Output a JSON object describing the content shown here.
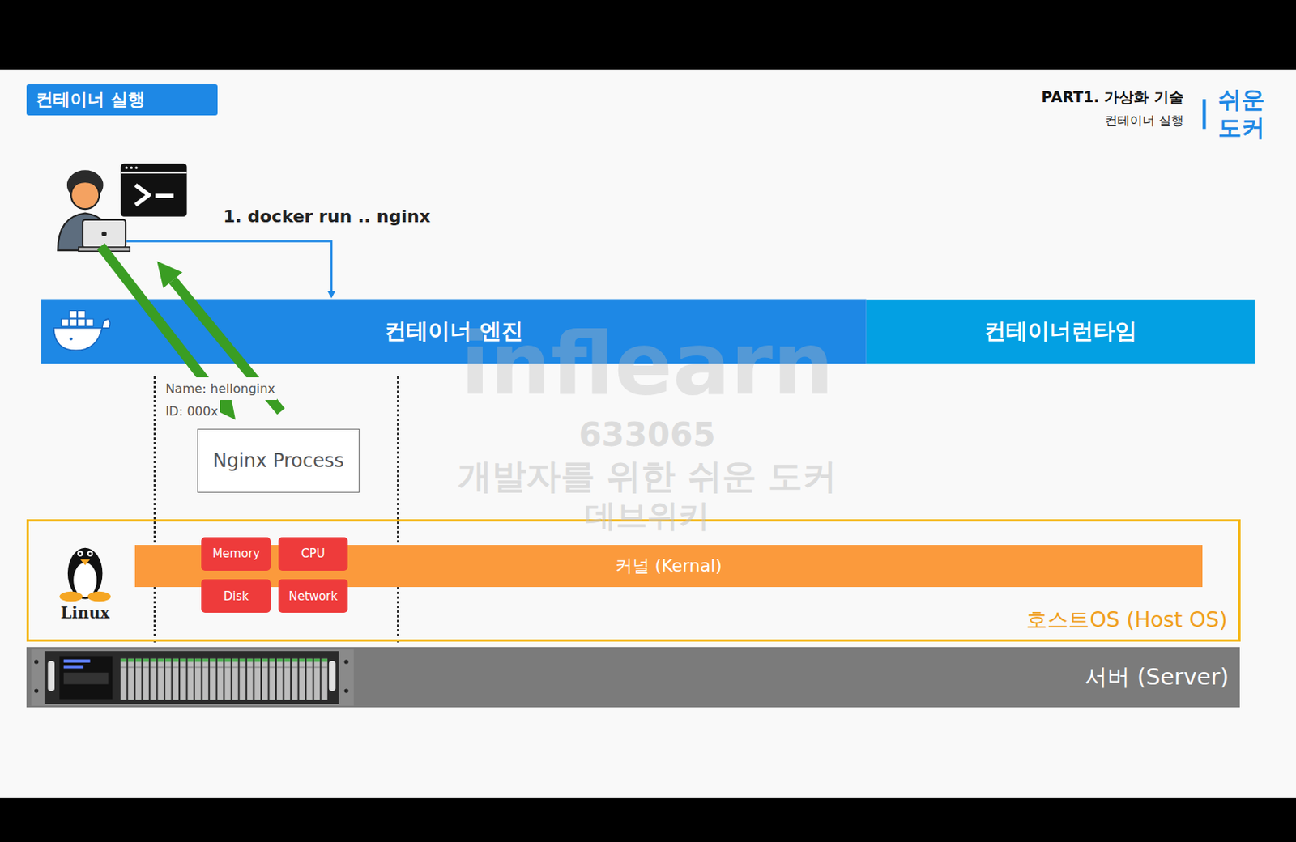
{
  "diagram": {
    "nodes": [
      {
        "text": [
          "컨테이너 실행"
        ]
      },
      {
        "text": [
          "컨테이너 엔진"
        ]
      },
      {
        "text": [
          "컨테이너런타임"
        ]
      },
      {
        "text": [
          "Name: hellonginx",
          "ID: 000x"
        ]
      },
      {
        "text": [
          "Nginx Process"
        ],
        "in": 3
      },
      {
        "text": [
          "호스트OS (Host OS)"
        ]
      },
      {
        "text": [
          "커널 (Kernal)"
        ],
        "in": 5
      },
      {
        "text": [
          "Memory"
        ],
        "in": 5
      },
      {
        "text": [
          "CPU"
        ],
        "in": 5
      },
      {
        "text": [
          "Disk"
        ],
        "in": 5
      },
      {
        "text": [
          "Network"
        ],
        "in": 5
      },
      {
        "text": [
          "서버 (Server)"
        ]
      }
    ],
    "labels": [
      "PART1. 가상화 기술",
      "컨테이너 실행",
      "쉬운 도커",
      "1. docker run .. nginx",
      "Linux",
      "inflearn",
      "633065",
      "개발자를 위한 쉬운 도커",
      "데브위키"
    ]
  }
}
